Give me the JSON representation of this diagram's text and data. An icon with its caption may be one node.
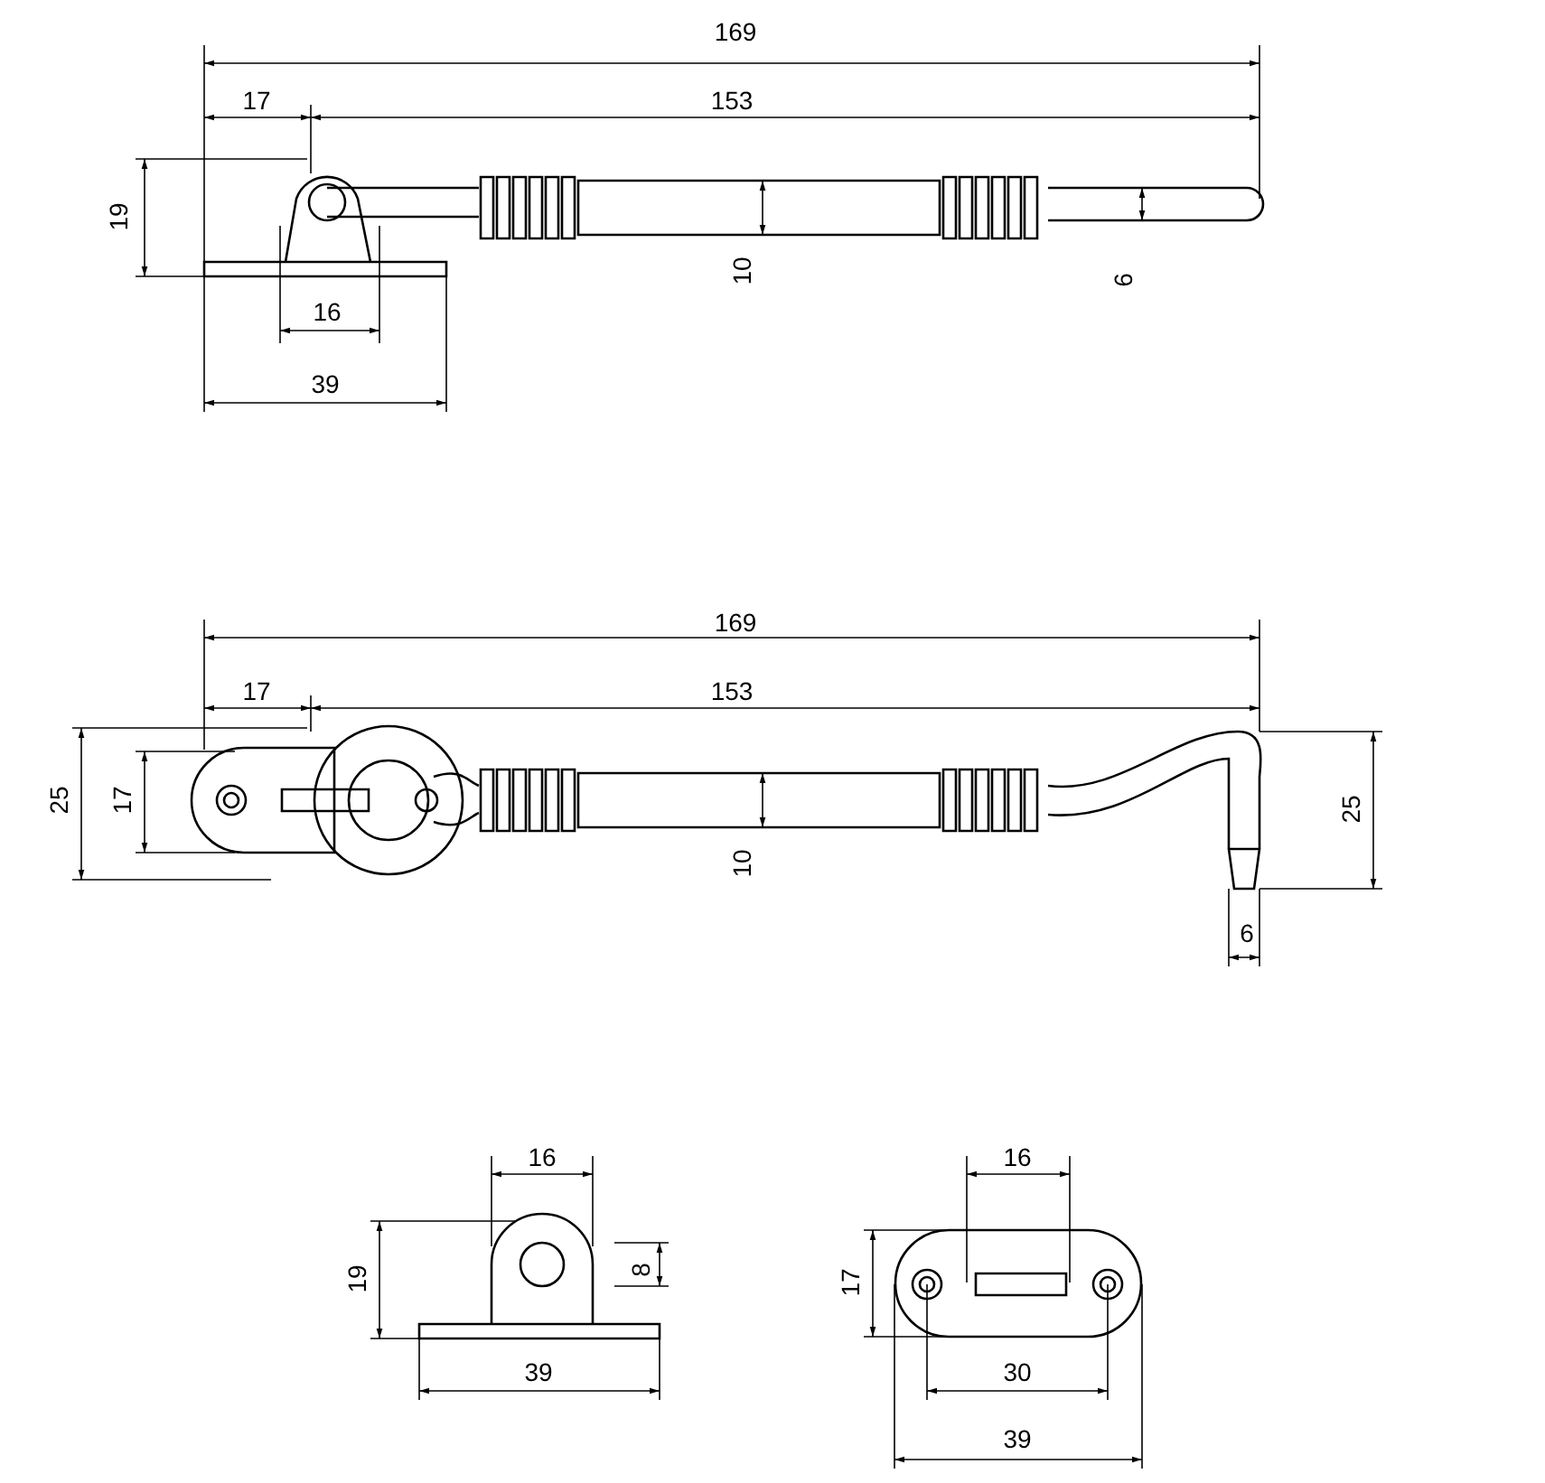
{
  "diagram": {
    "labels": [
      "169",
      "17",
      "153",
      "19",
      "16",
      "10",
      "6",
      "39",
      "169",
      "17",
      "153",
      "25",
      "17",
      "10",
      "25",
      "6",
      "16",
      "16",
      "19",
      "8",
      "17",
      "39",
      "30",
      "39"
    ]
  }
}
